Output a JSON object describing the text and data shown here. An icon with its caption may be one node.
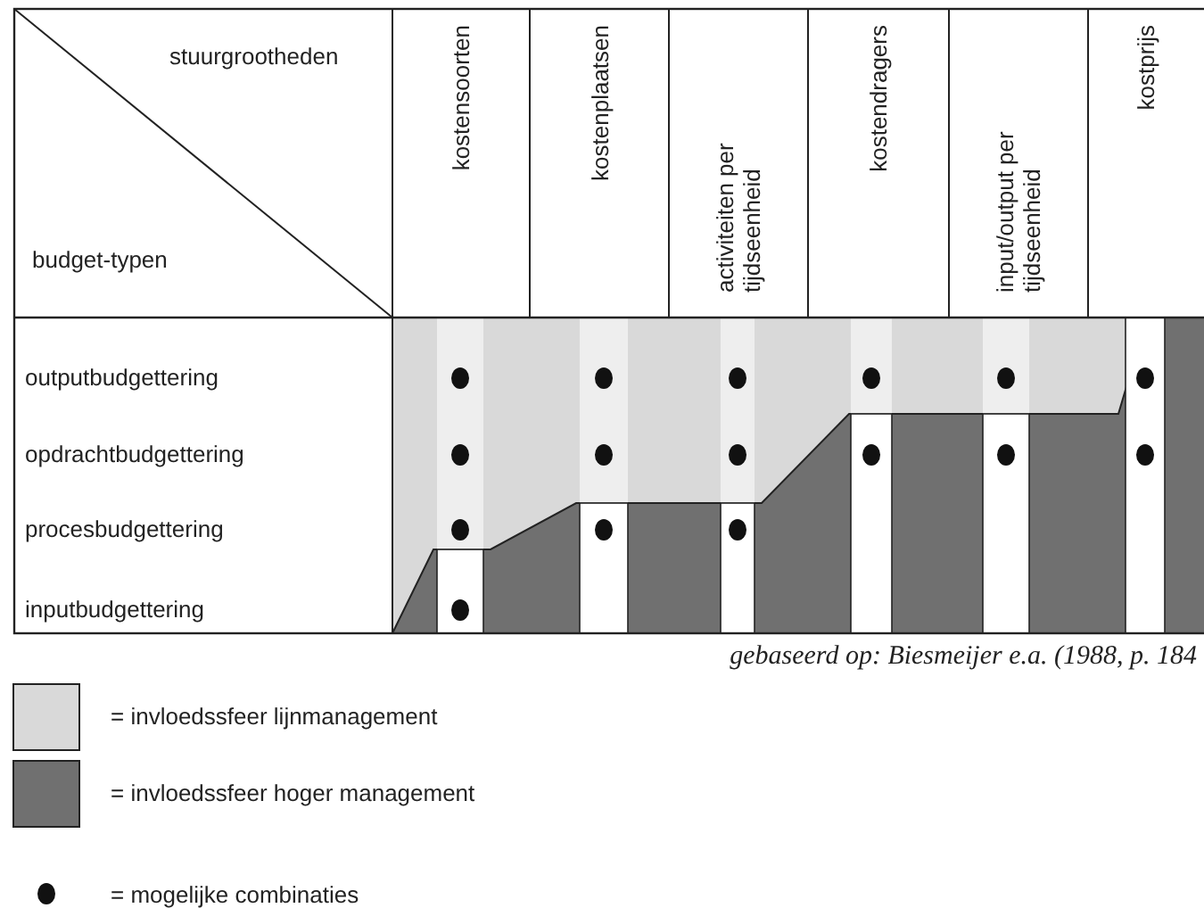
{
  "diagram": {
    "caption": "gebaseerd op: Biesmeijer e.a. (1988, p. 184",
    "labels": [
      "stuurgrootheden",
      "budget-typen",
      "kostensoorten",
      "kostenplaatsen",
      "activiteiten per tijdseenheid",
      "kostendragers",
      "input/output per tijdseenheid",
      "kostprijs",
      "outputbudgettering",
      "opdrachtbudgettering",
      "procesbudgettering",
      "inputbudgettering"
    ],
    "legend": [
      {
        "text": "= invloedssfeer lijnmanagement",
        "color": "#d9d9d9"
      },
      {
        "text": "= invloedssfeer hoger management",
        "color": "#707070"
      },
      {
        "text": "= mogelijke combinaties"
      }
    ]
  }
}
